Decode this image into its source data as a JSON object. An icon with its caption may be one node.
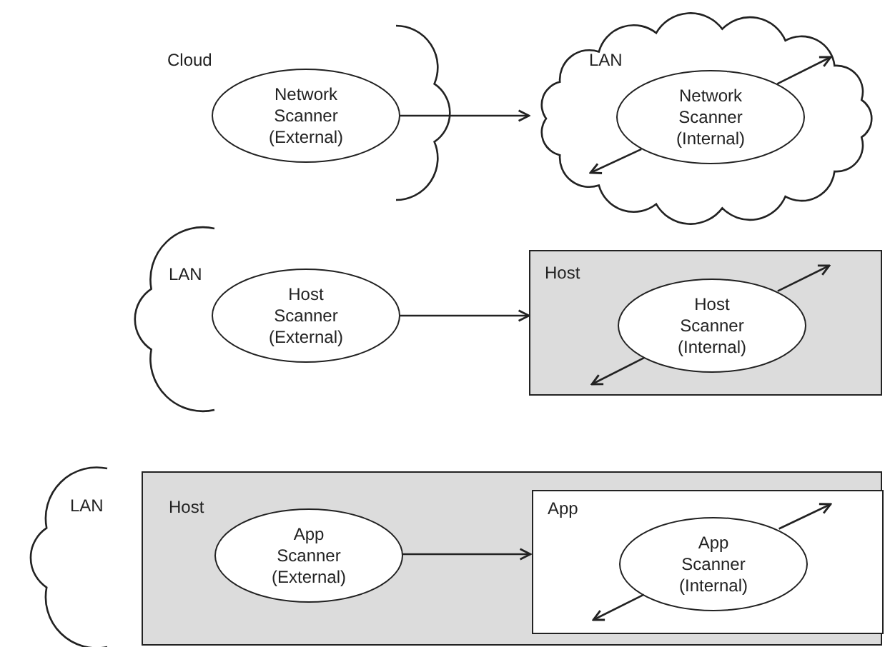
{
  "diagram": {
    "nodes": [
      {
        "text": [
          "Cloud"
        ]
      },
      {
        "text": [
          "Network Scanner (External)"
        ],
        "in": 0
      },
      {
        "text": [
          "LAN"
        ]
      },
      {
        "text": [
          "Network Scanner (Internal)"
        ],
        "in": 2
      },
      {
        "text": [
          "LAN"
        ]
      },
      {
        "text": [
          "Host Scanner (External)"
        ]
      },
      {
        "text": [
          "Host"
        ]
      },
      {
        "text": [
          "Host Scanner (Internal)"
        ],
        "in": 6
      },
      {
        "text": [
          "LAN"
        ]
      },
      {
        "text": [
          "Host"
        ]
      },
      {
        "text": [
          "App Scanner (External)"
        ],
        "in": 9
      },
      {
        "text": [
          "App"
        ],
        "in": 9
      },
      {
        "text": [
          "App Scanner (Internal)"
        ],
        "in": 11
      }
    ],
    "edges": [
      {
        "from": 1,
        "to": 2,
        "arrow": "to"
      },
      {
        "from": 3,
        "to": null,
        "arrow": "to"
      },
      {
        "from": 3,
        "to": null,
        "arrow": "to"
      },
      {
        "from": 5,
        "to": 6,
        "arrow": "to"
      },
      {
        "from": 7,
        "to": null,
        "arrow": "to"
      },
      {
        "from": 7,
        "to": null,
        "arrow": "to"
      },
      {
        "from": 10,
        "to": 11,
        "arrow": "to"
      },
      {
        "from": 12,
        "to": null,
        "arrow": "to"
      },
      {
        "from": 12,
        "to": null,
        "arrow": "to"
      }
    ]
  }
}
